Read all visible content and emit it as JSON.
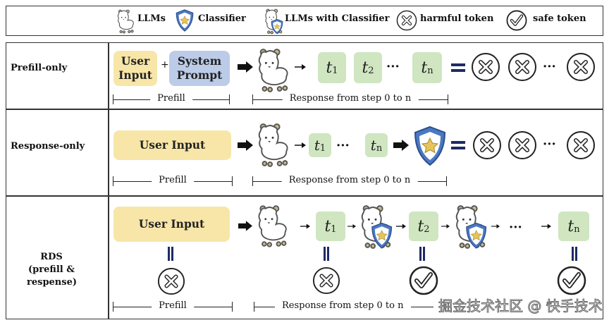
{
  "legend": {
    "llms": "LLMs",
    "classifier": "Classifier",
    "llms_with_classifier": "LLMs with Classifier",
    "harmful_token": "harmful token",
    "safe_token": "safe token"
  },
  "rows": {
    "prefill_only": {
      "label": "Prefill-only",
      "user_input": "User Input",
      "plus": "+",
      "system_prompt": "System Prompt",
      "tokens": [
        "t",
        "t",
        "t"
      ],
      "subs": [
        "1",
        "2",
        "n"
      ],
      "dots": "···",
      "prefill": "Prefill",
      "response": "Response from step 0 to n"
    },
    "response_only": {
      "label": "Response-only",
      "user_input": "User Input",
      "tokens": [
        "t",
        "t"
      ],
      "subs": [
        "1",
        "n"
      ],
      "dots": "···",
      "prefill": "Prefill",
      "response": "Response from step 0 to n"
    },
    "rds": {
      "label": "RDS (prefill & respense)",
      "user_input": "User Input",
      "tokens": [
        "t",
        "t",
        "t"
      ],
      "subs": [
        "1",
        "2",
        "n"
      ],
      "dots": "···",
      "prefill": "Prefill",
      "response": "Response from step 0 to n"
    }
  },
  "watermark": "掘金技术社区 @ 快手技术",
  "colors": {
    "user_input": "#f7e6a8",
    "system_prompt": "#bccbe8",
    "token": "#cfe6c1",
    "equals": "#1e2a66",
    "shield": "#4a78c2"
  }
}
